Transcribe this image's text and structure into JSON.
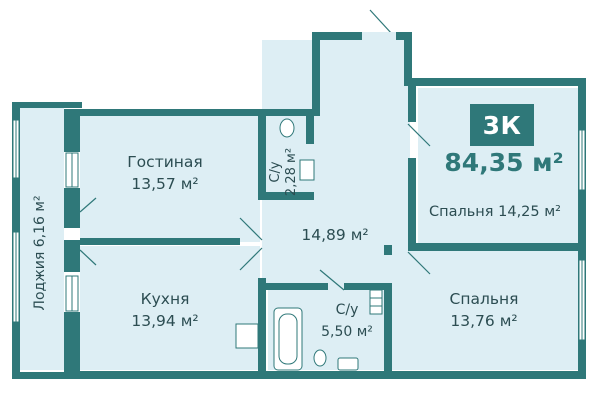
{
  "apartment": {
    "type_badge": "3К",
    "total_area": "84,35 м²"
  },
  "rooms": {
    "living": {
      "name": "Гостиная",
      "area": "13,57 м²"
    },
    "kitchen": {
      "name": "Кухня",
      "area": "13,94 м²"
    },
    "hall": {
      "area": "14,89 м²"
    },
    "bedroom1": {
      "label": "Спальня 14,25 м²"
    },
    "bedroom2": {
      "name": "Спальня",
      "area": "13,76 м²"
    },
    "bathroom": {
      "name": "С/у",
      "area": "5,50 м²"
    },
    "wc": {
      "name": "С/у",
      "area": "2,28 м²"
    },
    "loggia": {
      "label": "Лоджия 6,16 м²"
    }
  },
  "colors": {
    "wall": "#2f7879",
    "floor": "#ddeef4",
    "text": "#2c4d52",
    "accent": "#2f7879"
  }
}
